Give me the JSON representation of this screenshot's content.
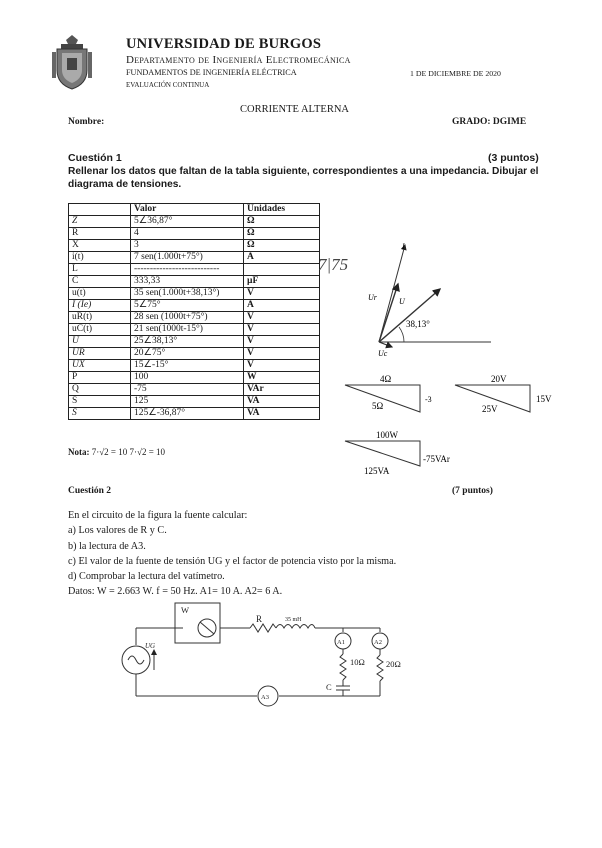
{
  "header": {
    "university": "UNIVERSIDAD DE BURGOS",
    "department": "Departamento de Ingeniería Electromecánica",
    "subject": "FUNDAMENTOS DE INGENIERÍA ELÉCTRICA",
    "date": "1 DE DICIEMBRE DE 2020",
    "evaluation": "EVALUACIÓN CONTINUA",
    "title": "CORRIENTE ALTERNA",
    "name_label": "Nombre:",
    "grade": "GRADO: DGIME"
  },
  "question1": {
    "title": "Cuestión 1",
    "points": "(3 puntos)",
    "text": "Rellenar los datos que faltan de la tabla siguiente, correspondientes a una impedancia. Dibujar el diagrama de tensiones.",
    "table": {
      "headers": [
        "",
        "Valor",
        "Unidades"
      ],
      "rows": [
        [
          "Z",
          "5∠36,87°",
          "Ω"
        ],
        [
          "R",
          "4",
          "Ω"
        ],
        [
          "X",
          "3",
          "Ω"
        ],
        [
          "i(t)",
          "7 sen(1.000t+75°)",
          "A"
        ],
        [
          "L",
          "---------------------------",
          ""
        ],
        [
          "C",
          "333,33",
          "µF"
        ],
        [
          "u(t)",
          "35 sen(1.000t+38,13°)",
          "V"
        ],
        [
          "I (Ie)",
          "5∠75°",
          "A"
        ],
        [
          "uR(t)",
          "28 sen (1000t+75°)",
          "V"
        ],
        [
          "uC(t)",
          "21 sen(1000t-15°)",
          "V"
        ],
        [
          "U",
          "25∠38,13°",
          "V"
        ],
        [
          "UR",
          "20∠75°",
          "V"
        ],
        [
          "UX",
          "15∠-15°",
          "V"
        ],
        [
          "P",
          "100",
          "W"
        ],
        [
          "Q",
          "-75",
          "VAr"
        ],
        [
          "S",
          "125",
          "VA"
        ],
        [
          "S",
          "125∠-36,87°",
          "VA"
        ]
      ]
    },
    "note_label": "Nota:",
    "note_text": "7·√2 = 10   7·√2 = 10",
    "handwritten": "7|75",
    "phasor": {
      "angle_label": "38,13°",
      "labels": [
        "Ur",
        "U",
        "I",
        "Uc"
      ]
    },
    "triangles": {
      "impedance": {
        "top": "4Ω",
        "hyp": "5Ω",
        "side": "-3"
      },
      "voltage": {
        "top": "20V",
        "hyp": "25V",
        "side": "15V"
      },
      "power": {
        "top": "100W",
        "hyp": "125VA",
        "side": "-75VAr"
      }
    }
  },
  "question2": {
    "title": "Cuestión 2",
    "points": "(7 puntos)",
    "lines": [
      "En el circuito de la figura la fuente calcular:",
      "a) Los valores de R y C.",
      "b) la lectura de A3.",
      "c) El valor de la fuente de tensión UG y el factor de potencia visto por la misma.",
      "d) Comprobar la lectura del vatímetro.",
      "Datos: W = 2.663 W. f = 50 Hz. A1= 10 A.  A2= 6 A."
    ],
    "circuit": {
      "w": "W",
      "r": "R",
      "l": "35 mH",
      "a1": "A1",
      "a2": "A2",
      "a3": "A3",
      "r10": "10Ω",
      "r20": "20Ω",
      "c": "C",
      "ug": "UG"
    }
  }
}
